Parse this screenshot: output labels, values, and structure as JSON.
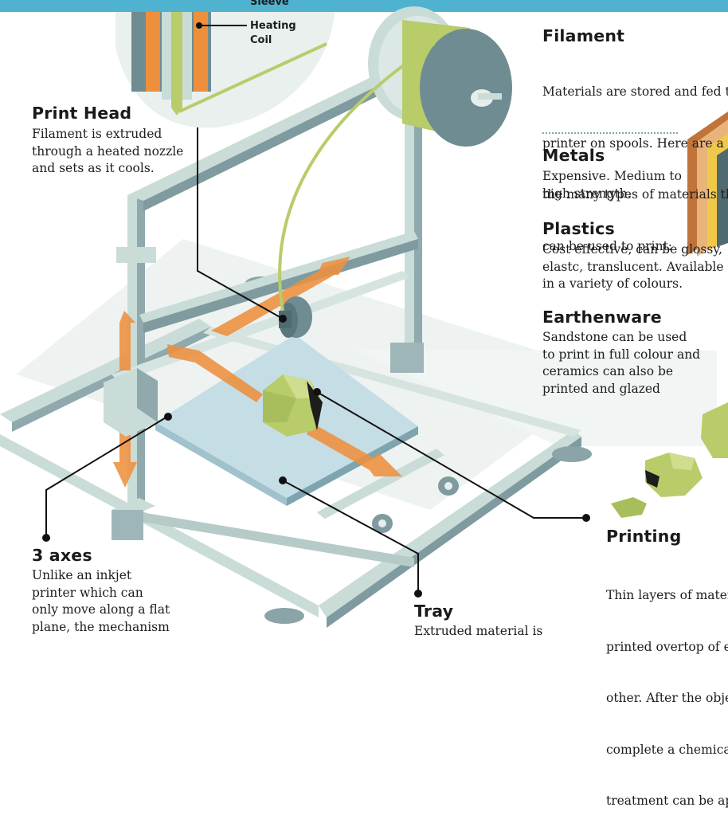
{
  "head_detail": {
    "label_sleeve": "Sleeve",
    "label_heating_coil": "Heating\nCoil"
  },
  "print_head": {
    "title": "Print Head",
    "body": "Filament is extruded through a heated nozzle and sets as it cools."
  },
  "filament": {
    "title": "Filament",
    "lines": [
      "Materials are stored and fed to",
      "printer on spools. Here are a fe",
      "the many types of materials tha",
      "can be used to print:"
    ]
  },
  "metals": {
    "title": "Metals",
    "body": "Expensive. Medium to high strength."
  },
  "plastics": {
    "title": "Plastics",
    "body": "Cost effective, can be glossy, elastc, translucent. Available in a variety of colours."
  },
  "earthenware": {
    "title": "Earthenware",
    "body": "Sandstone can be used to print in full colour and ceramics can also be printed and glazed"
  },
  "axes": {
    "title": "3 axes",
    "body": "Unlike an inkjet printer which can only move along a flat plane, the mechanism"
  },
  "tray": {
    "title": "Tray",
    "body": "Extruded material is"
  },
  "printing": {
    "title": "Printing",
    "lines": [
      "Thin layers of materi",
      "printed overtop of ea",
      "other. After the obje",
      "complete a chemica",
      "treatment can be ap"
    ]
  },
  "colors": {
    "top_band": "#4fb3cf",
    "frame_light": "#c9dcd8",
    "frame_dark": "#6e8c92",
    "arrow_orange": "#ee8f3e",
    "filament_green": "#b8cc6a",
    "tray_blue": "#c5dde5"
  }
}
